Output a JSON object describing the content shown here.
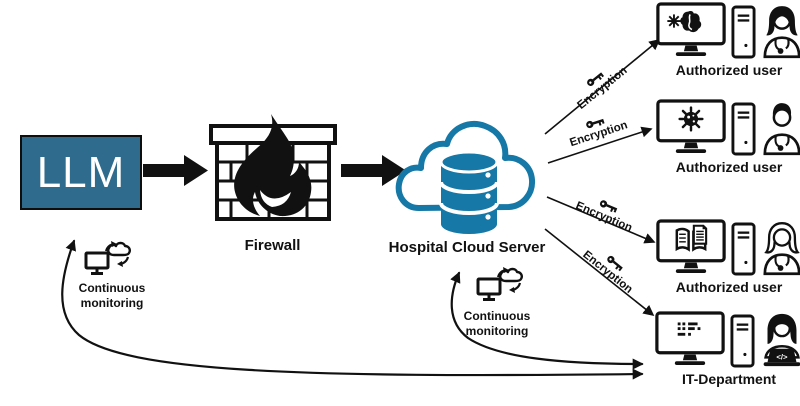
{
  "diagram": {
    "llm": {
      "label": "LLM"
    },
    "firewall": {
      "label": "Firewall"
    },
    "cloud": {
      "label": "Hospital Cloud Server"
    },
    "monitoring": [
      {
        "line1": "Continuous",
        "line2": "monitoring"
      },
      {
        "line1": "Continuous",
        "line2": "monitoring"
      }
    ],
    "encryption": {
      "labels": [
        "Encryption",
        "Encryption",
        "Encryption",
        "Encryption"
      ]
    },
    "users": [
      {
        "label": "Authorized user",
        "screen_icon": "brain-scan"
      },
      {
        "label": "Authorized user",
        "screen_icon": "virus-scan"
      },
      {
        "label": "Authorized user",
        "screen_icon": "medical-record"
      },
      {
        "label": "IT-Department",
        "screen_icon": "admin-dashboard",
        "laptop_glyph": "</>"
      }
    ],
    "colors": {
      "llm_box": "#2e6b8d",
      "cloud_blue": "#1578a6",
      "line": "#111111"
    }
  }
}
